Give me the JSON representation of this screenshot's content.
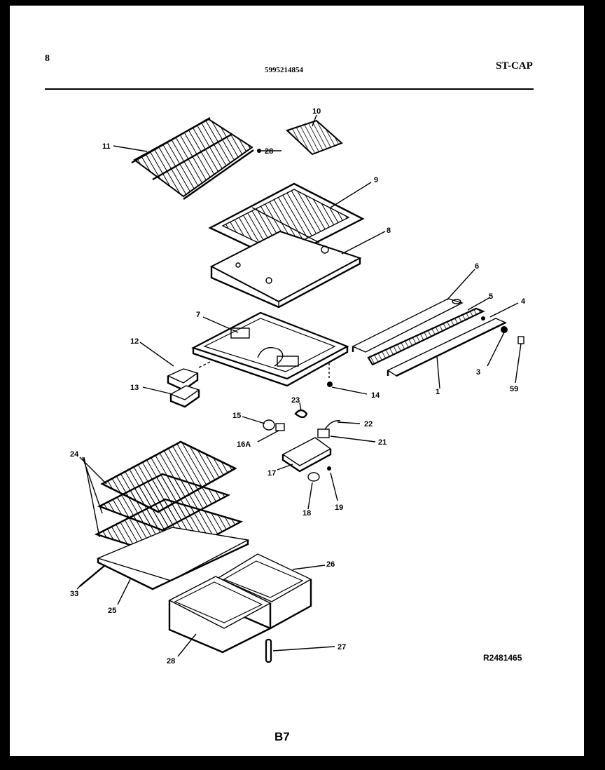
{
  "header": {
    "page_number": "8",
    "model_number": "5995214854",
    "brand_code": "ST-CAP"
  },
  "reference_code": "R2481465",
  "footer_page": "B7",
  "callouts": [
    "1",
    "3",
    "4",
    "5",
    "6",
    "7",
    "8",
    "9",
    "10",
    "11",
    "12",
    "13",
    "14",
    "15",
    "16A",
    "17",
    "18",
    "19",
    "21",
    "22",
    "23",
    "24",
    "25",
    "26",
    "26",
    "27",
    "28",
    "33",
    "59"
  ]
}
